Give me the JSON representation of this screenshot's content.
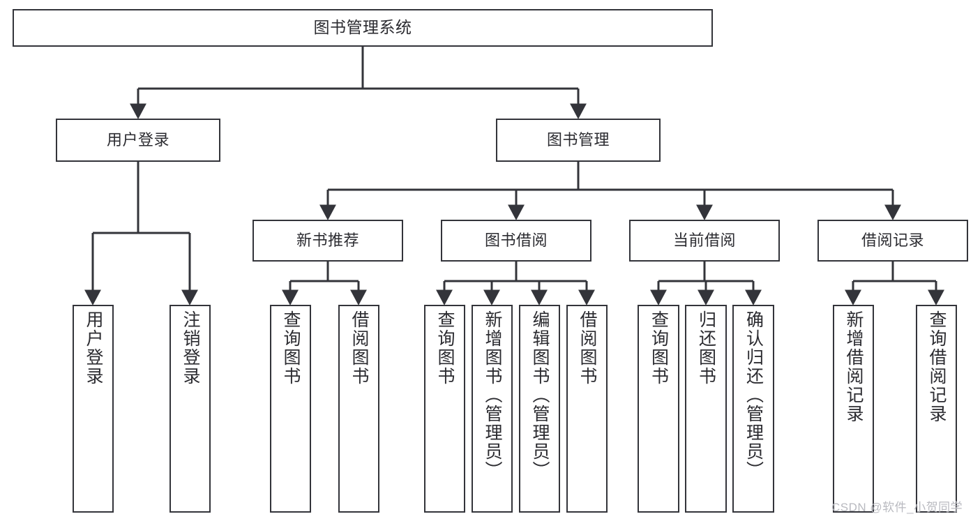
{
  "diagram": {
    "title": "图书管理系统",
    "type": "tree-hierarchy-diagram",
    "colors": {
      "box_border": "#33343a",
      "box_fill": "#ffffff",
      "edge": "#33343a",
      "text": "#2b2b30",
      "watermark": "#b9bac0",
      "background": "#ffffff"
    },
    "root": {
      "label": "图书管理系统"
    },
    "level2": [
      {
        "id": "user-login",
        "label": "用户登录"
      },
      {
        "id": "book-manage",
        "label": "图书管理"
      }
    ],
    "level3": [
      {
        "id": "new-book-recommend",
        "label": "新书推荐"
      },
      {
        "id": "book-borrow",
        "label": "图书借阅"
      },
      {
        "id": "current-borrow",
        "label": "当前借阅"
      },
      {
        "id": "borrow-record",
        "label": "借阅记录"
      }
    ],
    "leaves": {
      "user_login": [
        {
          "id": "leaf-user-login",
          "label": "用户登录"
        },
        {
          "id": "leaf-logout-login",
          "label": "注销登录"
        }
      ],
      "new_book_recommend": [
        {
          "id": "leaf-query-book-1",
          "label": "查询图书"
        },
        {
          "id": "leaf-borrow-book-1",
          "label": "借阅图书"
        }
      ],
      "book_borrow": [
        {
          "id": "leaf-query-book-2",
          "label": "查询图书"
        },
        {
          "id": "leaf-add-book",
          "label": "新增图书（管理员）"
        },
        {
          "id": "leaf-edit-book",
          "label": "编辑图书（管理员）"
        },
        {
          "id": "leaf-borrow-book-2",
          "label": "借阅图书"
        }
      ],
      "current_borrow": [
        {
          "id": "leaf-query-book-3",
          "label": "查询图书"
        },
        {
          "id": "leaf-return-book",
          "label": "归还图书"
        },
        {
          "id": "leaf-confirm-return",
          "label": "确认归还（管理员）"
        }
      ],
      "borrow_record": [
        {
          "id": "leaf-add-borrow-record",
          "label": "新增借阅记录"
        },
        {
          "id": "leaf-query-borrow-record",
          "label": "查询借阅记录"
        }
      ]
    },
    "watermark": "CSDN @软件_小贺同学"
  }
}
